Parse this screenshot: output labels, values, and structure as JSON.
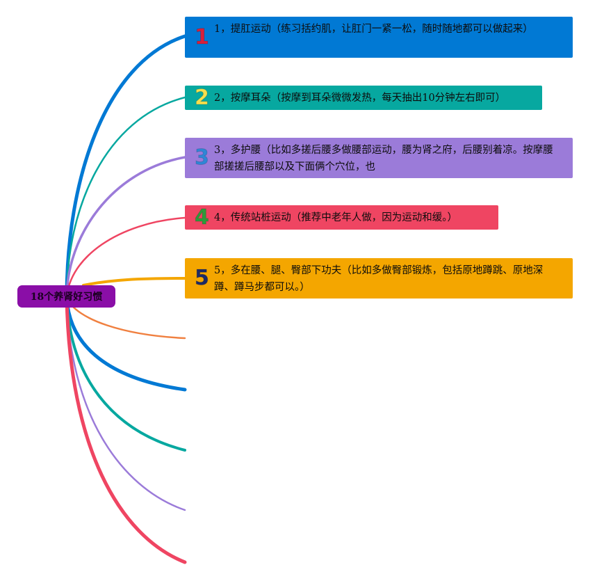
{
  "root": {
    "label": "18个养肾好习惯",
    "color": "#8a0ea7"
  },
  "branches": [
    {
      "num": "1",
      "num_color": "#d81f3b",
      "text": "1，提肛运动（练习括约肌，让肛门一紧一松，随时随地都可以做起来）",
      "color": "#0179d4"
    },
    {
      "num": "2",
      "num_color": "#f5df4d",
      "text": "2，按摩耳朵（按摩到耳朵微微发热，每天抽出10分钟左右即可）",
      "color": "#07a8a0"
    },
    {
      "num": "3",
      "num_color": "#2f86d6",
      "text": "3，多护腰（比如多搓后腰多做腰部运动，腰为肾之府，后腰别着凉。按摩腰部搓搓后腰部以及下面俩个穴位，也",
      "color": "#9b7bd9"
    },
    {
      "num": "4",
      "num_color": "#2e9a3a",
      "text": "4，传统站桩运动（推荐中老年人做，因为运动和缓。）",
      "color": "#ef4562"
    },
    {
      "num": "5",
      "num_color": "#1d2a66",
      "text": "5，多在腰、腿、臀部下功夫（比如多做臀部锻炼，包括原地蹲跳、原地深蹲、蹲马步都可以。）",
      "color": "#f4a600"
    }
  ],
  "empty_branch_colors": [
    "#f08040",
    "#0179d4",
    "#07a8a0",
    "#9b7bd9",
    "#ef4562"
  ]
}
